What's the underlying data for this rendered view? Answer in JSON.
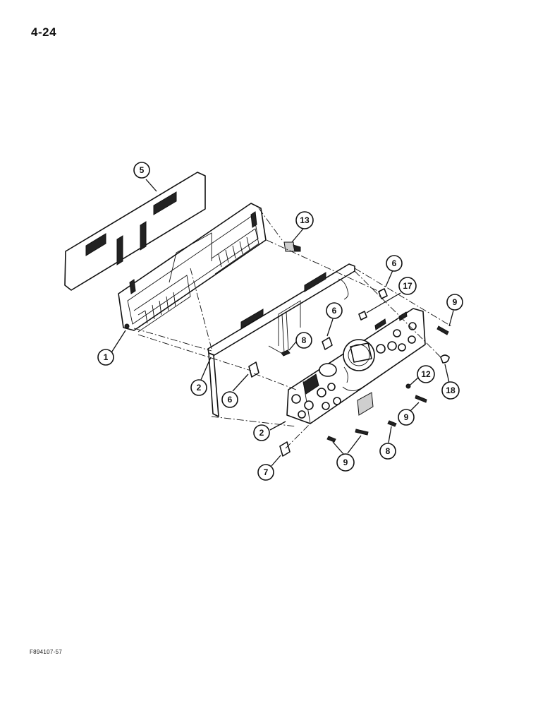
{
  "page": {
    "number": "4-24",
    "figure_code": "F894107-57"
  },
  "callouts": [
    {
      "id": "c1",
      "label": "1"
    },
    {
      "id": "c5",
      "label": "5"
    },
    {
      "id": "c13",
      "label": "13"
    },
    {
      "id": "c6a",
      "label": "6"
    },
    {
      "id": "c17",
      "label": "17"
    },
    {
      "id": "c9a",
      "label": "9"
    },
    {
      "id": "c6b",
      "label": "6"
    },
    {
      "id": "c8a",
      "label": "8"
    },
    {
      "id": "c2a",
      "label": "2"
    },
    {
      "id": "c6c",
      "label": "6"
    },
    {
      "id": "c12",
      "label": "12"
    },
    {
      "id": "c18",
      "label": "18"
    },
    {
      "id": "c9b",
      "label": "9"
    },
    {
      "id": "c2b",
      "label": "2"
    },
    {
      "id": "c8b",
      "label": "8"
    },
    {
      "id": "c9c",
      "label": "9"
    },
    {
      "id": "c7",
      "label": "7"
    }
  ]
}
